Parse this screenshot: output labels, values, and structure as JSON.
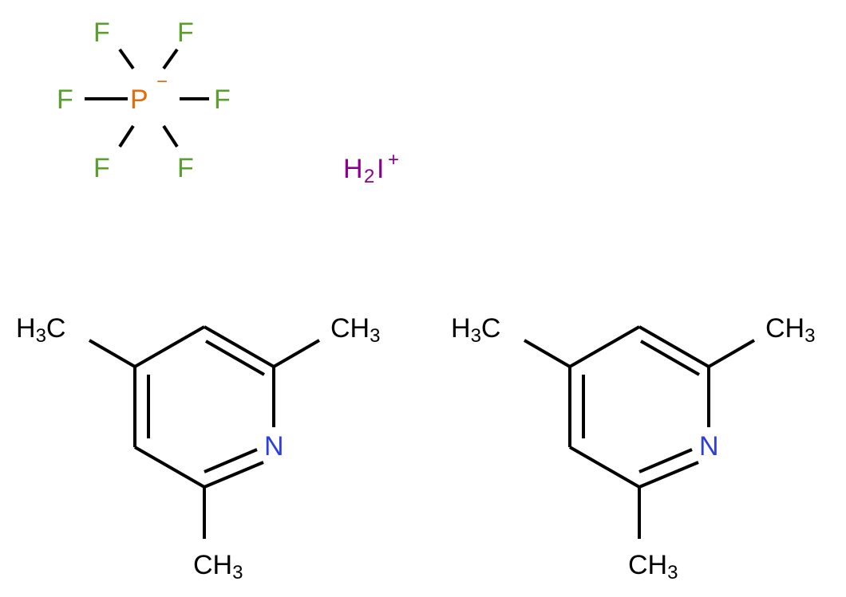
{
  "colors": {
    "background": "#ffffff",
    "bond": "#000000",
    "carbon": "#000000",
    "fluorine": "#5a9e2f",
    "phosphorus": "#e06d0f",
    "nitrogen": "#2b3fe0",
    "iodine": "#8c008c"
  },
  "hexafluorophosphate": {
    "fluorine": [
      "F",
      "F",
      "F",
      "F",
      "F",
      "F"
    ],
    "phosphorus": "P",
    "charge": "−"
  },
  "iodonium": {
    "h": "H",
    "h_count": "2",
    "i": "I",
    "charge": "+"
  },
  "collidines": [
    {
      "nitrogen": "N",
      "methyl_4": {
        "h": "H",
        "count": "3",
        "c": "C"
      },
      "methyl_2": {
        "c": "CH",
        "count": "3"
      },
      "methyl_6": {
        "c": "CH",
        "count": "3"
      }
    },
    {
      "nitrogen": "N",
      "methyl_4": {
        "h": "H",
        "count": "3",
        "c": "C"
      },
      "methyl_2": {
        "c": "CH",
        "count": "3"
      },
      "methyl_6": {
        "c": "CH",
        "count": "3"
      }
    }
  ]
}
